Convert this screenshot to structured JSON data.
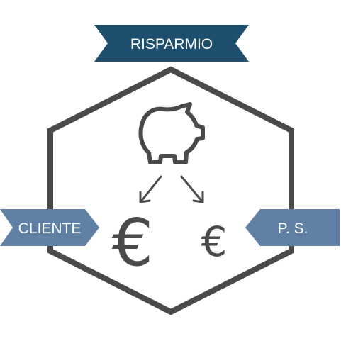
{
  "banners": {
    "top": {
      "label": "RISPARMIO"
    },
    "left": {
      "label": "CLIENTE"
    },
    "right": {
      "label": "P. S."
    }
  },
  "symbols": {
    "large_currency": "€",
    "small_currency": "€"
  },
  "icons": {
    "piggy_bank": "piggy-bank-icon",
    "arrow_left": "arrow-down-left-icon",
    "arrow_right": "arrow-down-right-icon"
  },
  "colors": {
    "top_banner": "#1e4e6e",
    "side_banner": "#5f7fa5",
    "outline": "#4a4a4a",
    "banner_text": "#ffffff"
  }
}
